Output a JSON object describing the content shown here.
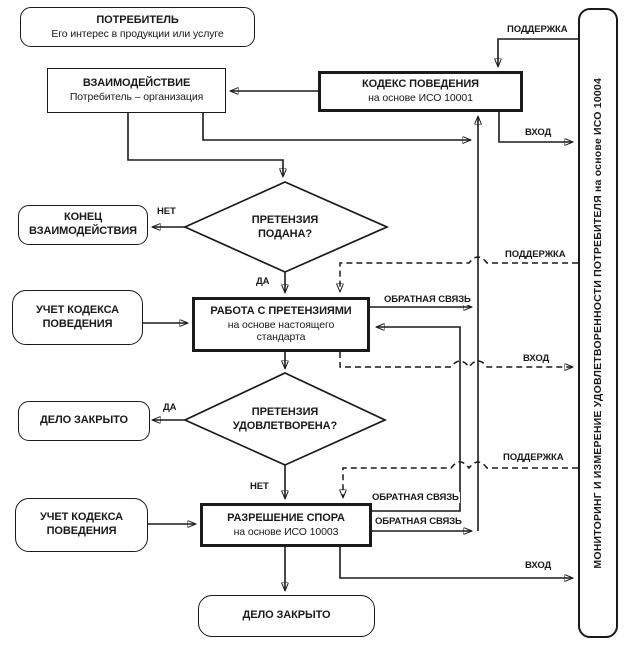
{
  "colors": {
    "line": "#1a1a1a",
    "background": "#ffffff"
  },
  "nodes": {
    "consumer": {
      "title": "ПОТРЕБИТЕЛЬ",
      "subtitle": "Его интерес в продукции или услуге"
    },
    "interaction": {
      "title": "ВЗАИМОДЕЙСТВИЕ",
      "subtitle": "Потребитель – организация"
    },
    "code_of_conduct": {
      "title": "КОДЕКС ПОВЕДЕНИЯ",
      "subtitle": "на основе ИСО 10001"
    },
    "claim_filed": {
      "title": "ПРЕТЕНЗИЯ ПОДАНА?"
    },
    "end_of_interaction": {
      "title": "КОНЕЦ ВЗАИМОДЕЙСТВИЯ"
    },
    "code_record_top": {
      "title": "УЧЕТ КОДЕКСА ПОВЕДЕНИЯ"
    },
    "complaints_handling": {
      "title": "РАБОТА С ПРЕТЕНЗИЯМИ",
      "subtitle": "на основе настоящего стандарта"
    },
    "claim_satisfied": {
      "title": "ПРЕТЕНЗИЯ УДОВЛЕТВОРЕНА?"
    },
    "case_closed_top": {
      "title": "ДЕЛО ЗАКРЫТО"
    },
    "code_record_bottom": {
      "title": "УЧЕТ КОДЕКСА ПОВЕДЕНИЯ"
    },
    "dispute_resolution": {
      "title": "РАЗРЕШЕНИЕ СПОРА",
      "subtitle": "на основе ИСО 10003"
    },
    "case_closed_bottom": {
      "title": "ДЕЛО ЗАКРЫТО"
    },
    "monitoring": {
      "title": "МОНИТОРИНГ И ИЗМЕРЕНИЕ УДОВЛЕТВОРЕННОСТИ ПОТРЕБИТЕЛЯ на основе ИСО 10004"
    }
  },
  "labels": {
    "claim_no": "НЕТ",
    "claim_yes": "ДА",
    "satisfied_yes": "ДА",
    "satisfied_no": "НЕТ",
    "support_top": "ПОДДЕРЖКА",
    "support_mid": "ПОДДЕРЖКА",
    "support_bottom": "ПОДДЕРЖКА",
    "input_top": "ВХОД",
    "input_mid": "ВХОД",
    "input_bottom": "ВХОД",
    "feedback_complaints": "ОБРАТНАЯ СВЯЗЬ",
    "feedback_dispute_upper": "ОБРАТНАЯ СВЯЗЬ",
    "feedback_dispute_lower": "ОБРАТНАЯ СВЯЗЬ"
  }
}
